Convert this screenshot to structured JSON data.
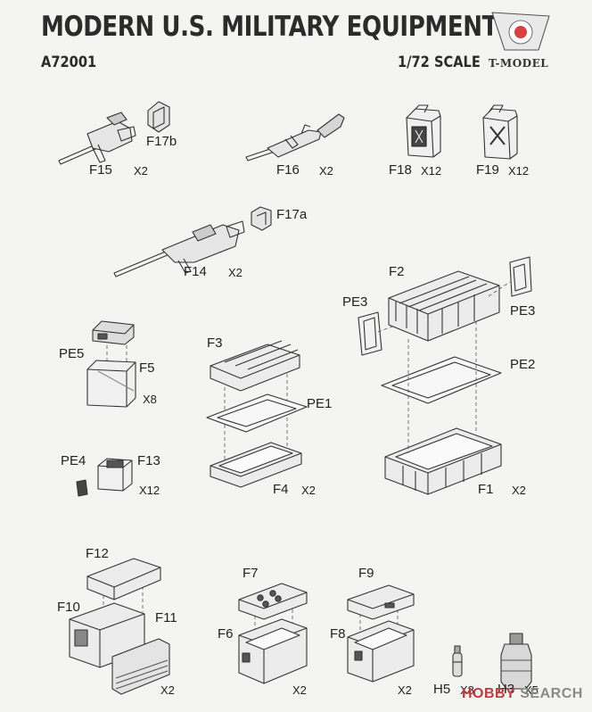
{
  "header": {
    "title": "MODERN U.S. MILITARY EQUIPMENT",
    "code": "A72001",
    "scale": "1/72 SCALE",
    "brand": "T-MODEL"
  },
  "parts": {
    "f17b": "F17b",
    "f15": "F15",
    "f15_qty": "X2",
    "f16": "F16",
    "f16_qty": "X2",
    "f18": "F18",
    "f18_qty": "X12",
    "f19": "F19",
    "f19_qty": "X12",
    "f17a": "F17a",
    "f14": "F14",
    "f14_qty": "X2",
    "f2": "F2",
    "pe3_left": "PE3",
    "pe3_right": "PE3",
    "pe5": "PE5",
    "f5": "F5",
    "f5_qty": "X8",
    "f3": "F3",
    "pe1": "PE1",
    "pe2": "PE2",
    "pe4": "PE4",
    "f13": "F13",
    "f13_qty": "X12",
    "f4": "F4",
    "f4_qty": "X2",
    "f1": "F1",
    "f1_qty": "X2",
    "f12": "F12",
    "f10": "F10",
    "f11": "F11",
    "f10_qty": "X2",
    "f7": "F7",
    "f6": "F6",
    "f6_qty": "X2",
    "f9": "F9",
    "f8": "F8",
    "f8_qty": "X2",
    "h5": "H5",
    "h5_qty": "X8",
    "h3": "H3",
    "h3_qty": "X5"
  },
  "watermark": {
    "part1": "HOBBY",
    "part2": "SEARCH"
  }
}
